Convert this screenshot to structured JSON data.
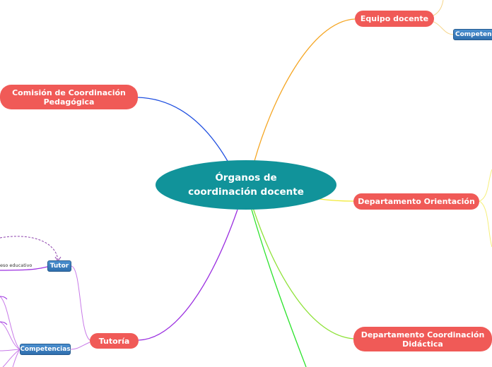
{
  "central": {
    "title": "Órganos de coordinación docente"
  },
  "topics": {
    "equipo": "Equipo docente",
    "comision": "Comisión de Coordinación Pedagógica",
    "orientacion": "Departamento Orientación",
    "didactica": "Departamento Coordinación Didáctica",
    "tutoria": "Tutoría"
  },
  "subtopics": {
    "equipo_competencias": "Competencias",
    "tutor": "Tutor",
    "tutoria_competencias": "Competencias"
  },
  "labels": {
    "tutor_note": "eso educativo"
  },
  "colors": {
    "central": "#11939a",
    "topic": "#f05a57",
    "subtopic": "#3a7fc0",
    "line_comision": "#1f4fe0",
    "line_equipo": "#f5a623",
    "line_orientacion": "#f2ea3a",
    "line_didactica": "#8fe23a",
    "line_bottom": "#2be32b",
    "line_tutoria": "#9b2fe0",
    "line_tutoria_sub": "#c87ae8"
  }
}
